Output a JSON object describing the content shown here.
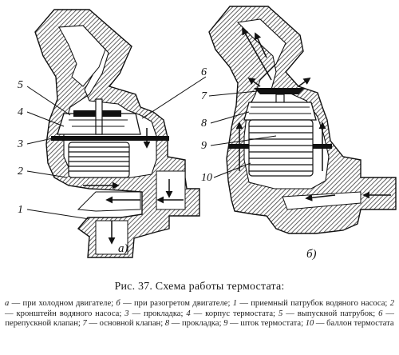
{
  "figure": {
    "panels": [
      {
        "id": "a",
        "label": "а)"
      },
      {
        "id": "b",
        "label": "б)"
      }
    ],
    "callouts_a": [
      "5",
      "4",
      "3",
      "2",
      "1",
      "6"
    ],
    "callouts_b": [
      "7",
      "8",
      "9",
      "10"
    ]
  },
  "caption": {
    "title": "Рис. 37. Схема работы термостата:",
    "legend": [
      {
        "key": "а",
        "text": " — при холодном двигателе; "
      },
      {
        "key": "б",
        "text": " — при разогретом двигателе; "
      },
      {
        "key": "1",
        "text": " — приемный патрубок водяного насоса; "
      },
      {
        "key": "2",
        "text": " — кронштейн водяного насоса; "
      },
      {
        "key": "3",
        "text": " — прокладка; "
      },
      {
        "key": "4",
        "text": " — корпус термостата; "
      },
      {
        "key": "5",
        "text": " — выпускной патрубок; "
      },
      {
        "key": "6",
        "text": " — перепускной клапан; "
      },
      {
        "key": "7",
        "text": " — основной клапан; "
      },
      {
        "key": "8",
        "text": " — прокладка; "
      },
      {
        "key": "9",
        "text": " — шток термостата; "
      },
      {
        "key": "10",
        "text": " — баллон термостата"
      }
    ]
  },
  "colors": {
    "ink": "#111111",
    "hatch": "#3a3a3a",
    "paper": "#ffffff"
  }
}
